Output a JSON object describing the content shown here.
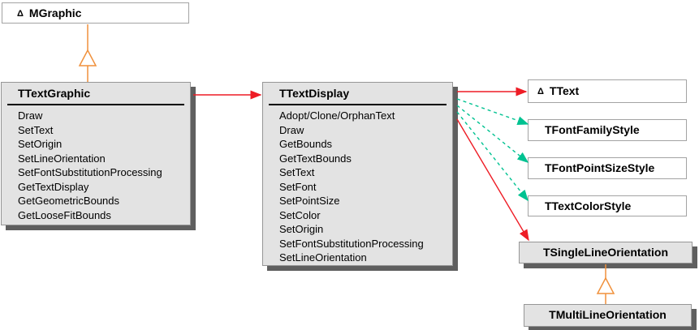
{
  "abstract_marker": "Δ",
  "classes": {
    "mgraphic": {
      "name": "MGraphic",
      "abstract": true
    },
    "ttextgraphic": {
      "name": "TTextGraphic",
      "abstract": false,
      "methods": [
        "Draw",
        "SetText",
        "SetOrigin",
        "SetLineOrientation",
        "SetFontSubstitutionProcessing",
        "GetTextDisplay",
        "GetGeometricBounds",
        "GetLooseFitBounds"
      ]
    },
    "ttextdisplay": {
      "name": "TTextDisplay",
      "abstract": false,
      "methods": [
        "Adopt/Clone/OrphanText",
        "Draw",
        "GetBounds",
        "GetTextBounds",
        "SetText",
        "SetFont",
        "SetPointSize",
        "SetColor",
        "SetOrigin",
        "SetFontSubstitutionProcessing",
        "SetLineOrientation"
      ]
    },
    "ttext": {
      "name": "TText",
      "abstract": true
    },
    "tfontfamilystyle": {
      "name": "TFontFamilyStyle",
      "abstract": false
    },
    "tfontpointsizestyle": {
      "name": "TFontPointSizeStyle",
      "abstract": false
    },
    "ttextcolorstyle": {
      "name": "TTextColorStyle",
      "abstract": false
    },
    "tsinglelineorientation": {
      "name": "TSingleLineOrientation",
      "abstract": false
    },
    "tmultilineorientation": {
      "name": "TMultiLineOrientation",
      "abstract": false
    }
  },
  "relations": {
    "inheritance": [
      {
        "from": "TTextGraphic",
        "to": "MGraphic"
      },
      {
        "from": "TMultiLineOrientation",
        "to": "TSingleLineOrientation"
      }
    ],
    "reference_arrows": [
      {
        "from": "TTextGraphic",
        "to": "TTextDisplay"
      },
      {
        "from": "TTextDisplay",
        "to": "TText"
      },
      {
        "from": "TTextDisplay",
        "to": "TSingleLineOrientation"
      }
    ],
    "style_arrows": [
      {
        "from": "TTextDisplay",
        "to": "TFontFamilyStyle"
      },
      {
        "from": "TTextDisplay",
        "to": "TFontPointSizeStyle"
      },
      {
        "from": "TTextDisplay",
        "to": "TTextColorStyle"
      }
    ]
  },
  "colors": {
    "reference_arrow": "#ee1c25",
    "style_arrow": "#00c291",
    "inheritance_line": "#f0913c",
    "class_box_fill": "#e3e3e3",
    "interface_box_fill": "#ffffff",
    "box_border": "#a3a3a3",
    "box_shadow": "#5f5f5f"
  }
}
